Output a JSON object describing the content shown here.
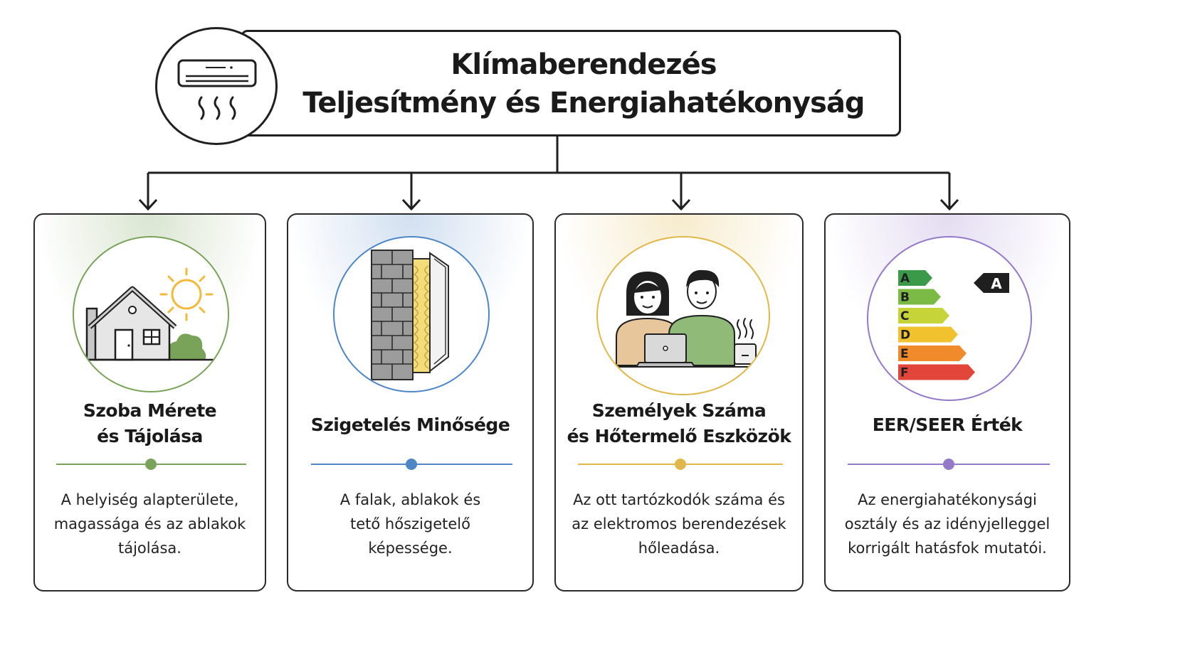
{
  "header": {
    "title_line1": "Klímaberendezés",
    "title_line2": "Teljesítmény és Energiahatékonyság",
    "icon": "air-conditioner-icon"
  },
  "cards": [
    {
      "title": "Szoba Mérete\nés Tájolása",
      "description": "A helyiség alapterülete,\nmagassága és az ablakok\ntájolása.",
      "accent": "#7aa35a",
      "icon": "house-sun-icon"
    },
    {
      "title": "Szigetelés Minősége",
      "description": "A falak, ablakok és\ntető hőszigetelő\nképessége.",
      "accent": "#4f86c6",
      "icon": "wall-insulation-icon"
    },
    {
      "title": "Személyek Száma\nés Hőtermelő Eszközök",
      "description": "Az ott tartózkodók száma és\naz elektromos berendezések\nhőleadása.",
      "accent": "#e0b84a",
      "icon": "people-devices-icon"
    },
    {
      "title": "EER/SEER Érték",
      "description": "Az energiahatékonysági\nosztály és az idényjelleggel\nkorrigált hatásfok mutatói.",
      "accent": "#9579c9",
      "icon": "energy-label-icon",
      "energy_label": {
        "classes": [
          "A",
          "B",
          "C",
          "D",
          "E",
          "F"
        ],
        "colors": [
          "#3a9a4a",
          "#7bbb45",
          "#c6d43a",
          "#f2c12e",
          "#f08a2a",
          "#e2463b"
        ],
        "rating": "A"
      }
    }
  ]
}
